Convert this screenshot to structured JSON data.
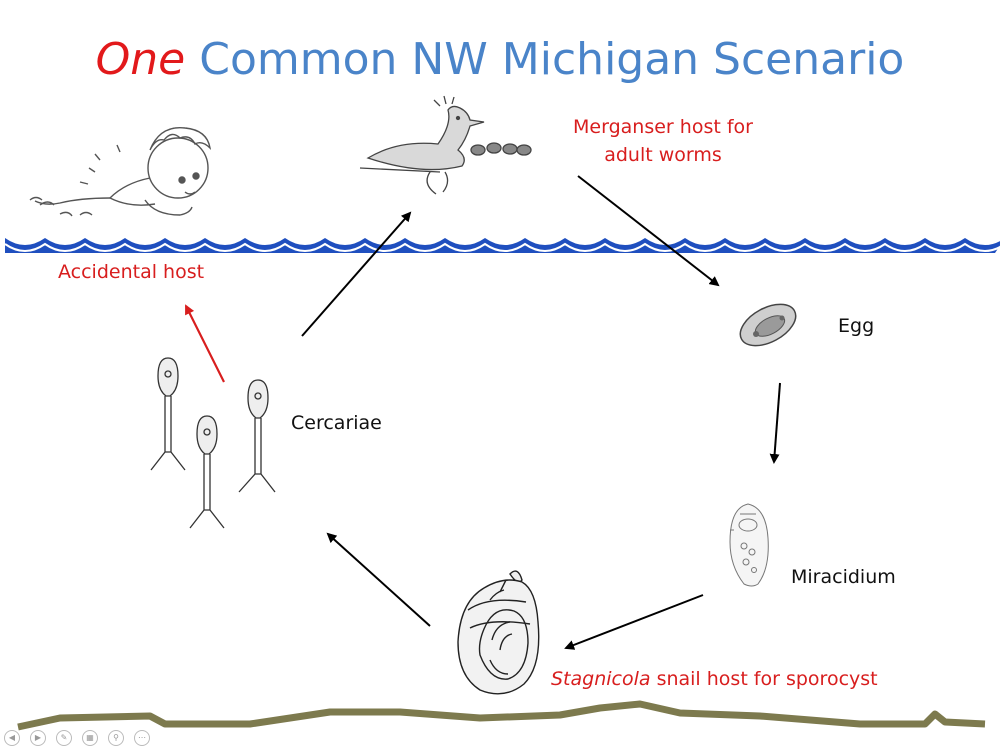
{
  "title": {
    "first_word": "One",
    "rest": " Common NW Michigan Scenario"
  },
  "labels": {
    "merganser_line1": "Merganser host for",
    "merganser_line2": "adult worms",
    "accidental": "Accidental host",
    "egg": "Egg",
    "cercariae": "Cercariae",
    "miracidium": "Miracidium",
    "snail_genus": "Stagnicola",
    "snail_rest": " snail host for sporocyst"
  },
  "colors": {
    "title_blue": "#4a84c9",
    "accent_red": "#e2191b",
    "water": "#1f4fbf",
    "sediment": "#7d7a4e"
  },
  "icons": [
    "swimmer-illustration",
    "merganser-illustration",
    "egg-illustration",
    "miracidium-illustration",
    "snail-illustration",
    "cercaria-illustration"
  ]
}
